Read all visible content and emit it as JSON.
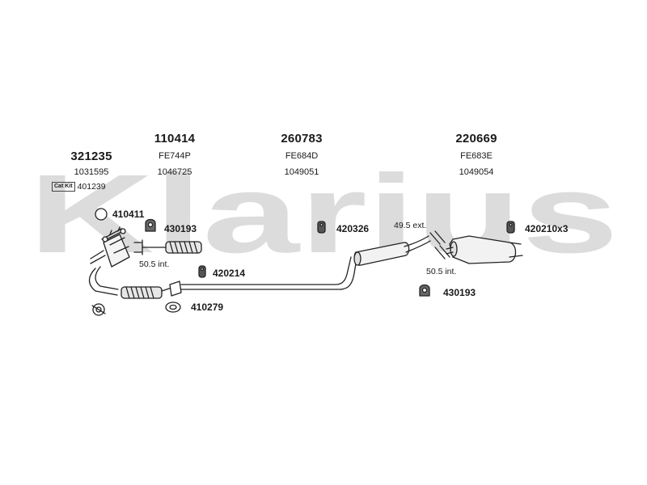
{
  "watermark": "Klarius",
  "groups": [
    {
      "part": "321235",
      "code": "",
      "ref": "1031595"
    },
    {
      "part": "110414",
      "code": "FE744P",
      "ref": "1046725"
    },
    {
      "part": "260783",
      "code": "FE684D",
      "ref": "1049051"
    },
    {
      "part": "220669",
      "code": "FE683E",
      "ref": "1049054"
    }
  ],
  "cat_kit": {
    "badge": "Cat Kit",
    "ref": "401239"
  },
  "labels": {
    "ring_seal": "410411",
    "clamp_left": "430193",
    "hanger_mid": "420326",
    "hanger_right": "420210x3",
    "clamp_right": "430193",
    "hanger_front": "420214",
    "gasket": "410279"
  },
  "notes": {
    "int_left": "50.5 int.",
    "ext_right": "49.5 ext.",
    "int_right": "50.5 int."
  },
  "colors": {
    "watermark": "#dcdcdc",
    "line": "#222222",
    "text": "#1a1a1a"
  }
}
